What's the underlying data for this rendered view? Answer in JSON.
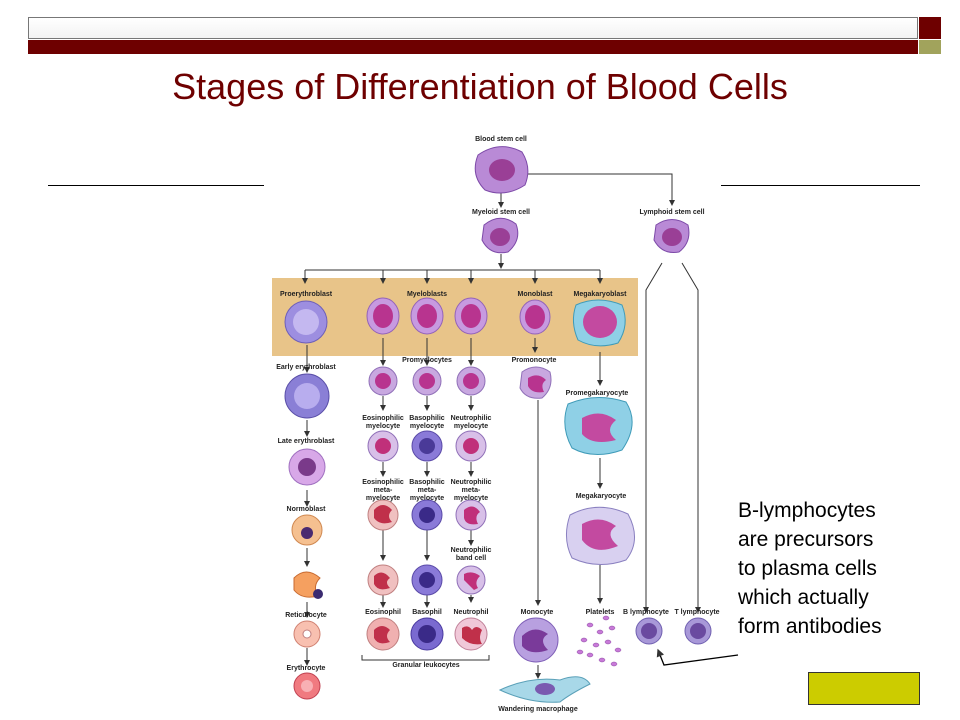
{
  "slide": {
    "title": "Stages of Differentiation of Blood Cells",
    "note_lines": [
      "B-lymphocytes",
      "are precursors",
      "to plasma cells",
      "which actually",
      "form antibodies"
    ],
    "colors": {
      "maroon": "#6e0000",
      "olive": "#a1a35c",
      "yellow": "#cccc00",
      "band": "#e8c489"
    }
  },
  "diagram": {
    "labels": {
      "blood_stem_cell": "Blood stem cell",
      "myeloid_stem_cell": "Myeloid stem cell",
      "lymphoid_stem_cell": "Lymphoid stem cell",
      "proerythroblast": "Proerythroblast",
      "myeloblasts": "Myeloblasts",
      "monoblast": "Monoblast",
      "megakaryoblast": "Megakaryoblast",
      "early_erythroblast": "Early erythroblast",
      "promyelocytes": "Promyelocytes",
      "promonocyte": "Promonocyte",
      "late_erythroblast": "Late erythroblast",
      "promegakaryocyte": "Promegakaryocyte",
      "eos_myelocyte": [
        "Eosinophilic",
        "myelocyte"
      ],
      "baso_myelocyte": [
        "Basophilic",
        "myelocyte"
      ],
      "neut_myelocyte": [
        "Neutrophilic",
        "myelocyte"
      ],
      "normoblast": "Normoblast",
      "eos_meta": [
        "Eosinophilic",
        "meta-",
        "myelocyte"
      ],
      "baso_meta": [
        "Basophilic",
        "meta-",
        "myelocyte"
      ],
      "neut_meta": [
        "Neutrophilic",
        "meta-",
        "myelocyte"
      ],
      "megakaryocyte": "Megakaryocyte",
      "neut_band": [
        "Neutrophilic",
        "band cell"
      ],
      "reticulocyte": "Reticulocyte",
      "eosinophil": "Eosinophil",
      "basophil": "Basophil",
      "neutrophil": "Neutrophil",
      "monocyte": "Monocyte",
      "platelets": "Platelets",
      "b_lymphocyte": "B lymphocyte",
      "t_lymphocyte": "T lymphocyte",
      "erythrocyte": "Erythrocyte",
      "granular_leukocytes": "Granular leukocytes",
      "wandering_macrophage": "Wandering macrophage"
    }
  }
}
